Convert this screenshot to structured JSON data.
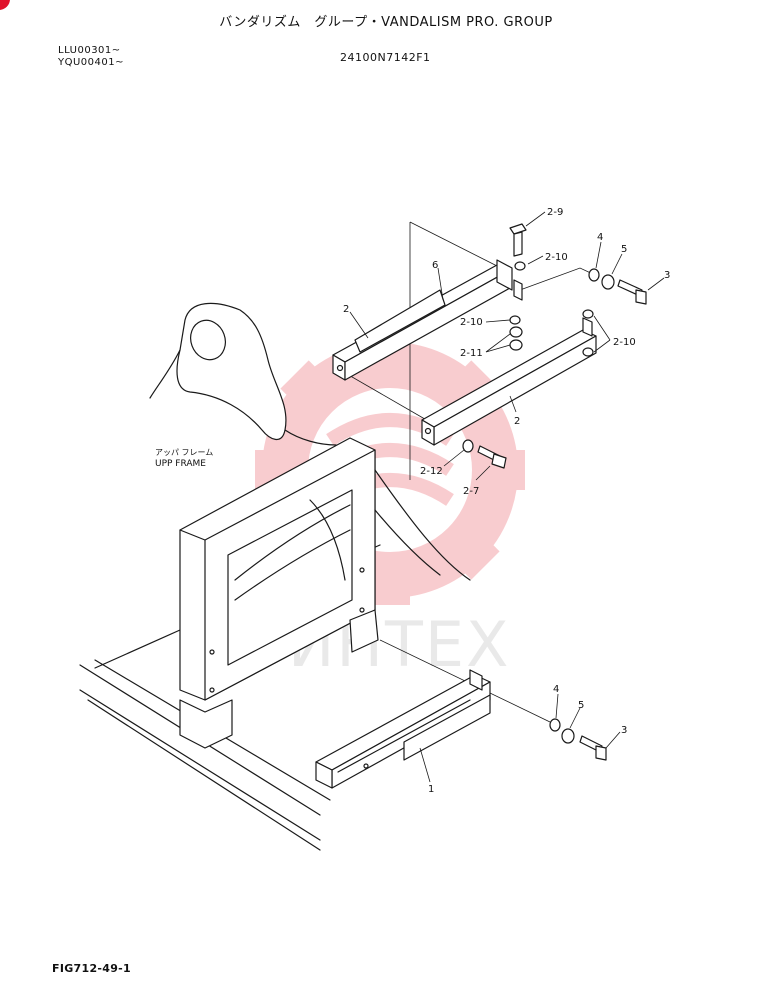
{
  "header": {
    "title": "バンダリズム　グループ・VANDALISM  PRO. GROUP",
    "serial_1": "LLU00301~",
    "serial_2": "YQU00401~",
    "part_number": "24100N7142F1"
  },
  "footer": {
    "figure_id": "FIG712-49-1"
  },
  "frame_label": {
    "jp": "アッパ フレーム",
    "en": "UPP FRAME"
  },
  "callouts": {
    "c2_9": "2-9",
    "c2_10_top": "2-10",
    "c4_top": "4",
    "c5_top": "5",
    "c3_top": "3",
    "c6": "6",
    "c2_left": "2",
    "c2_10_mid": "2-10",
    "c2_11": "2-11",
    "c2_10_right": "2-10",
    "c2_right": "2",
    "c2_12": "2-12",
    "c2_7": "2-7",
    "c4_bottom": "4",
    "c5_bottom": "5",
    "c3_bottom": "3",
    "c1": "1"
  },
  "watermark": {
    "text": "ИНТЕХ",
    "color": "#f4a3a8"
  }
}
